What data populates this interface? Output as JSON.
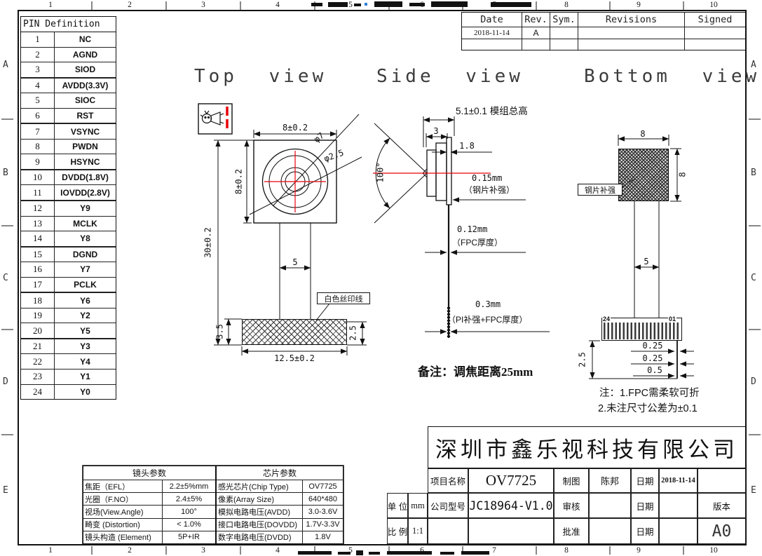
{
  "sheet": {
    "zones": [
      "1",
      "2",
      "3",
      "4",
      "5",
      "6",
      "7",
      "8",
      "9",
      "10"
    ],
    "bands": [
      "A",
      "B",
      "C",
      "D",
      "E"
    ]
  },
  "pin_table": {
    "title": "PIN Definition",
    "rows": [
      {
        "num": "1",
        "name": "NC"
      },
      {
        "num": "2",
        "name": "AGND"
      },
      {
        "num": "3",
        "name": "SIOD"
      },
      {
        "num": "4",
        "name": "AVDD(3.3V)"
      },
      {
        "num": "5",
        "name": "SIOC"
      },
      {
        "num": "6",
        "name": "RST"
      },
      {
        "num": "7",
        "name": "VSYNC"
      },
      {
        "num": "8",
        "name": "PWDN"
      },
      {
        "num": "9",
        "name": "HSYNC"
      },
      {
        "num": "10",
        "name": "DVDD(1.8V)"
      },
      {
        "num": "11",
        "name": "IOVDD(2.8V)"
      },
      {
        "num": "12",
        "name": "Y9"
      },
      {
        "num": "13",
        "name": "MCLK"
      },
      {
        "num": "14",
        "name": "Y8"
      },
      {
        "num": "15",
        "name": "DGND"
      },
      {
        "num": "16",
        "name": "Y7"
      },
      {
        "num": "17",
        "name": "PCLK"
      },
      {
        "num": "18",
        "name": "Y6"
      },
      {
        "num": "19",
        "name": "Y2"
      },
      {
        "num": "20",
        "name": "Y5"
      },
      {
        "num": "21",
        "name": "Y3"
      },
      {
        "num": "22",
        "name": "Y4"
      },
      {
        "num": "23",
        "name": "Y1"
      },
      {
        "num": "24",
        "name": "Y0"
      }
    ]
  },
  "revisions": {
    "headers": {
      "date": "Date",
      "rev": "Rev.",
      "sym": "Sym.",
      "revisions": "Revisions",
      "signed": "Signed"
    },
    "entries": [
      {
        "date": "2018-11-14",
        "rev": "A",
        "sym": "",
        "revisions": "",
        "signed": ""
      },
      {
        "date": "",
        "rev": "",
        "sym": "",
        "revisions": "",
        "signed": ""
      }
    ]
  },
  "views": {
    "top": {
      "title": "Top view",
      "dim_width": "8±0.2",
      "dim_height": "8±0.2",
      "lens_outer_dia": "φ7",
      "lens_inner_dia": "φ2.5",
      "total_length": "30±0.2",
      "fpc_width": "5",
      "connector_width": "12.5±0.2",
      "connector_height": "3.5",
      "silk_height": "2.5",
      "silk_label": "白色丝印线"
    },
    "side": {
      "title": "Side view",
      "total_height": "5.1±0.1 模组总高",
      "lens_depth": "3",
      "board_thickness": "1.8",
      "view_angle": "100°",
      "steel_thickness": "0.15mm",
      "steel_label": "（钢片补强）",
      "fpc_thickness": "0.12mm",
      "fpc_label": "（FPC厚度）",
      "pi_thickness": "0.3mm",
      "pi_label": "（PI补强+FPC厚度）",
      "focus_note": "备注：调焦距离25mm"
    },
    "bottom": {
      "title": "Bottom view",
      "dim_width": "8",
      "dim_height": "8",
      "steel_label": "钢片补强",
      "fpc_width": "5",
      "pin_first": "24",
      "pin_last": "01",
      "pad_width": "0.25",
      "pad_gap": "0.25",
      "pad_pitch": "0.5",
      "pad_length": "2.5",
      "note1": "注：1.FPC需柔软可折",
      "note2": "2.未注尺寸公差为±0.1"
    }
  },
  "lens_table": {
    "title": "镜头参数",
    "rows": [
      {
        "label": "焦距（EFL）",
        "value": "2.2±5%mm"
      },
      {
        "label": "光圈（F.NO）",
        "value": "2.4±5%"
      },
      {
        "label": "视场(View.Angle)",
        "value": "100°"
      },
      {
        "label": "畸变 (Distortion)",
        "value": "< 1.0%"
      },
      {
        "label": "镜头构造 (Element)",
        "value": "5P+IR"
      }
    ]
  },
  "chip_table": {
    "title": "芯片参数",
    "rows": [
      {
        "label": "感光芯片(Chip Type)",
        "value": "OV7725"
      },
      {
        "label": "像素(Array Size)",
        "value": "640*480"
      },
      {
        "label": "模拟电路电压(AVDD)",
        "value": "3.0-3.6V"
      },
      {
        "label": "接口电路电压(DOVDD)",
        "value": "1.7V-3.3V"
      },
      {
        "label": "数字电路电压(DVDD)",
        "value": "1.8V"
      }
    ]
  },
  "title_block": {
    "company": "深圳市鑫乐视科技有限公司",
    "project_label": "项目名称",
    "project_value": "OV7725",
    "drawn_label": "制图",
    "drawn_value": "陈邦",
    "date_label": "日期",
    "date_value": "2018-11-14",
    "unit_label": "单 位",
    "unit_value": "mm",
    "model_label": "公司型号",
    "model_value": "JC18964-V1.0",
    "check_label": "审核",
    "scale_label": "比 例",
    "scale_value": "1:1",
    "approve_label": "批准",
    "version_label": "版本",
    "sheet_size": "A0"
  }
}
